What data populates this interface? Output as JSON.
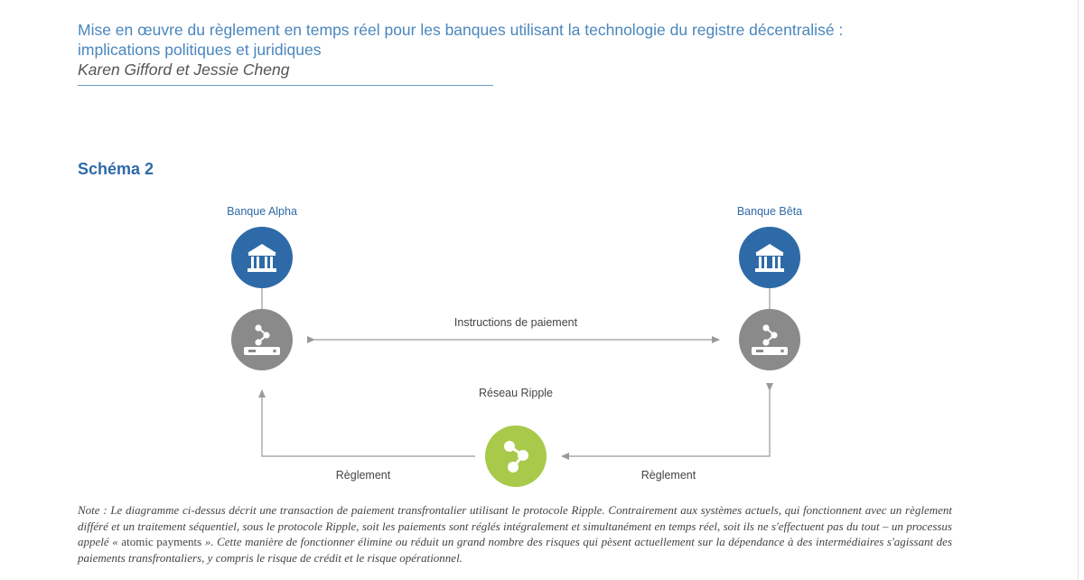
{
  "header": {
    "title_line1": "Mise en œuvre du règlement en temps réel pour les banques utilisant la technologie du registre décentralisé :",
    "title_line2": "implications politiques et juridiques",
    "authors": "Karen Gifford et Jessie Cheng"
  },
  "figure": {
    "title": "Schéma 2",
    "bank_alpha": "Banque Alpha",
    "bank_beta": "Banque Bêta",
    "instructions_label": "Instructions de paiement",
    "network_label": "Réseau Ripple",
    "settlement_left": "Règlement",
    "settlement_right": "Règlement"
  },
  "note": {
    "part1": "Note : Le diagramme ci-dessus décrit une transaction de paiement transfrontalier utilisant le protocole Ripple. Contrairement aux systèmes actuels, qui fonctionnent avec un règlement différé et un traitement séquentiel, sous le protocole Ripple, soit les paiements sont réglés intégralement et simultanément en temps réel, soit ils ne s'effectuent pas du tout – un processus appelé « ",
    "term": "atomic payments",
    "part2": " ». Cette manière de fonctionner élimine ou réduit un grand nombre des risques qui pèsent actuellement sur la dépendance à des intermédiaires s'agissant des paiements transfrontaliers, y compris le risque de crédit et le risque opérationnel."
  },
  "colors": {
    "bank_circle": "#2e6aa8",
    "server_circle": "#8a8a8a",
    "ripple_circle": "#a9c94a",
    "arrow": "#9a9a9a"
  },
  "icons": {
    "bank": "bank-building-icon",
    "server": "ripple-server-icon",
    "ripple": "ripple-logo-icon"
  }
}
